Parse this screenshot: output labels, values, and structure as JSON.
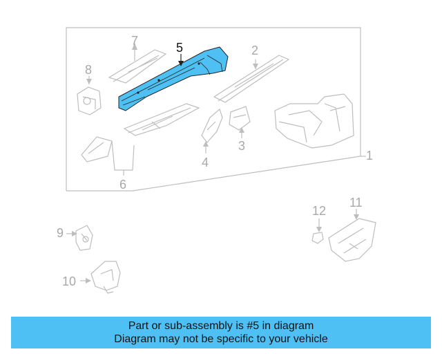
{
  "diagram": {
    "callouts": [
      "1",
      "2",
      "3",
      "4",
      "5",
      "6",
      "7",
      "8",
      "9",
      "10",
      "11",
      "12"
    ],
    "highlighted_part": "5",
    "colors": {
      "highlight_fill": "#4fc0f3",
      "line": "#bdbdbd",
      "callout_text": "#a8a8a8",
      "highlight_text": "#111111"
    }
  },
  "banner": {
    "line1": "Part or sub-assembly is #5 in diagram",
    "line2": "Diagram may not be specific to your vehicle",
    "color": "#4fc0f3"
  }
}
